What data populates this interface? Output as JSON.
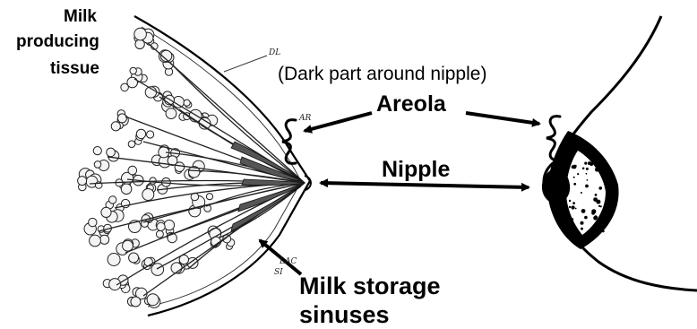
{
  "labels": {
    "milk_line1": "Milk",
    "milk_line2": "producing",
    "milk_line3": "tissue",
    "dark_part": "(Dark part around nipple)",
    "areola": "Areola",
    "nipple": "Nipple",
    "storage_line1": "Milk storage",
    "storage_line2": "sinuses"
  },
  "drawing_marks": {
    "dl": "DL",
    "ar": "AR",
    "lac": "LAC",
    "si": "SI"
  },
  "colors": {
    "ink": "#000000",
    "tissue_fill": "#efefef",
    "background": "#ffffff"
  }
}
